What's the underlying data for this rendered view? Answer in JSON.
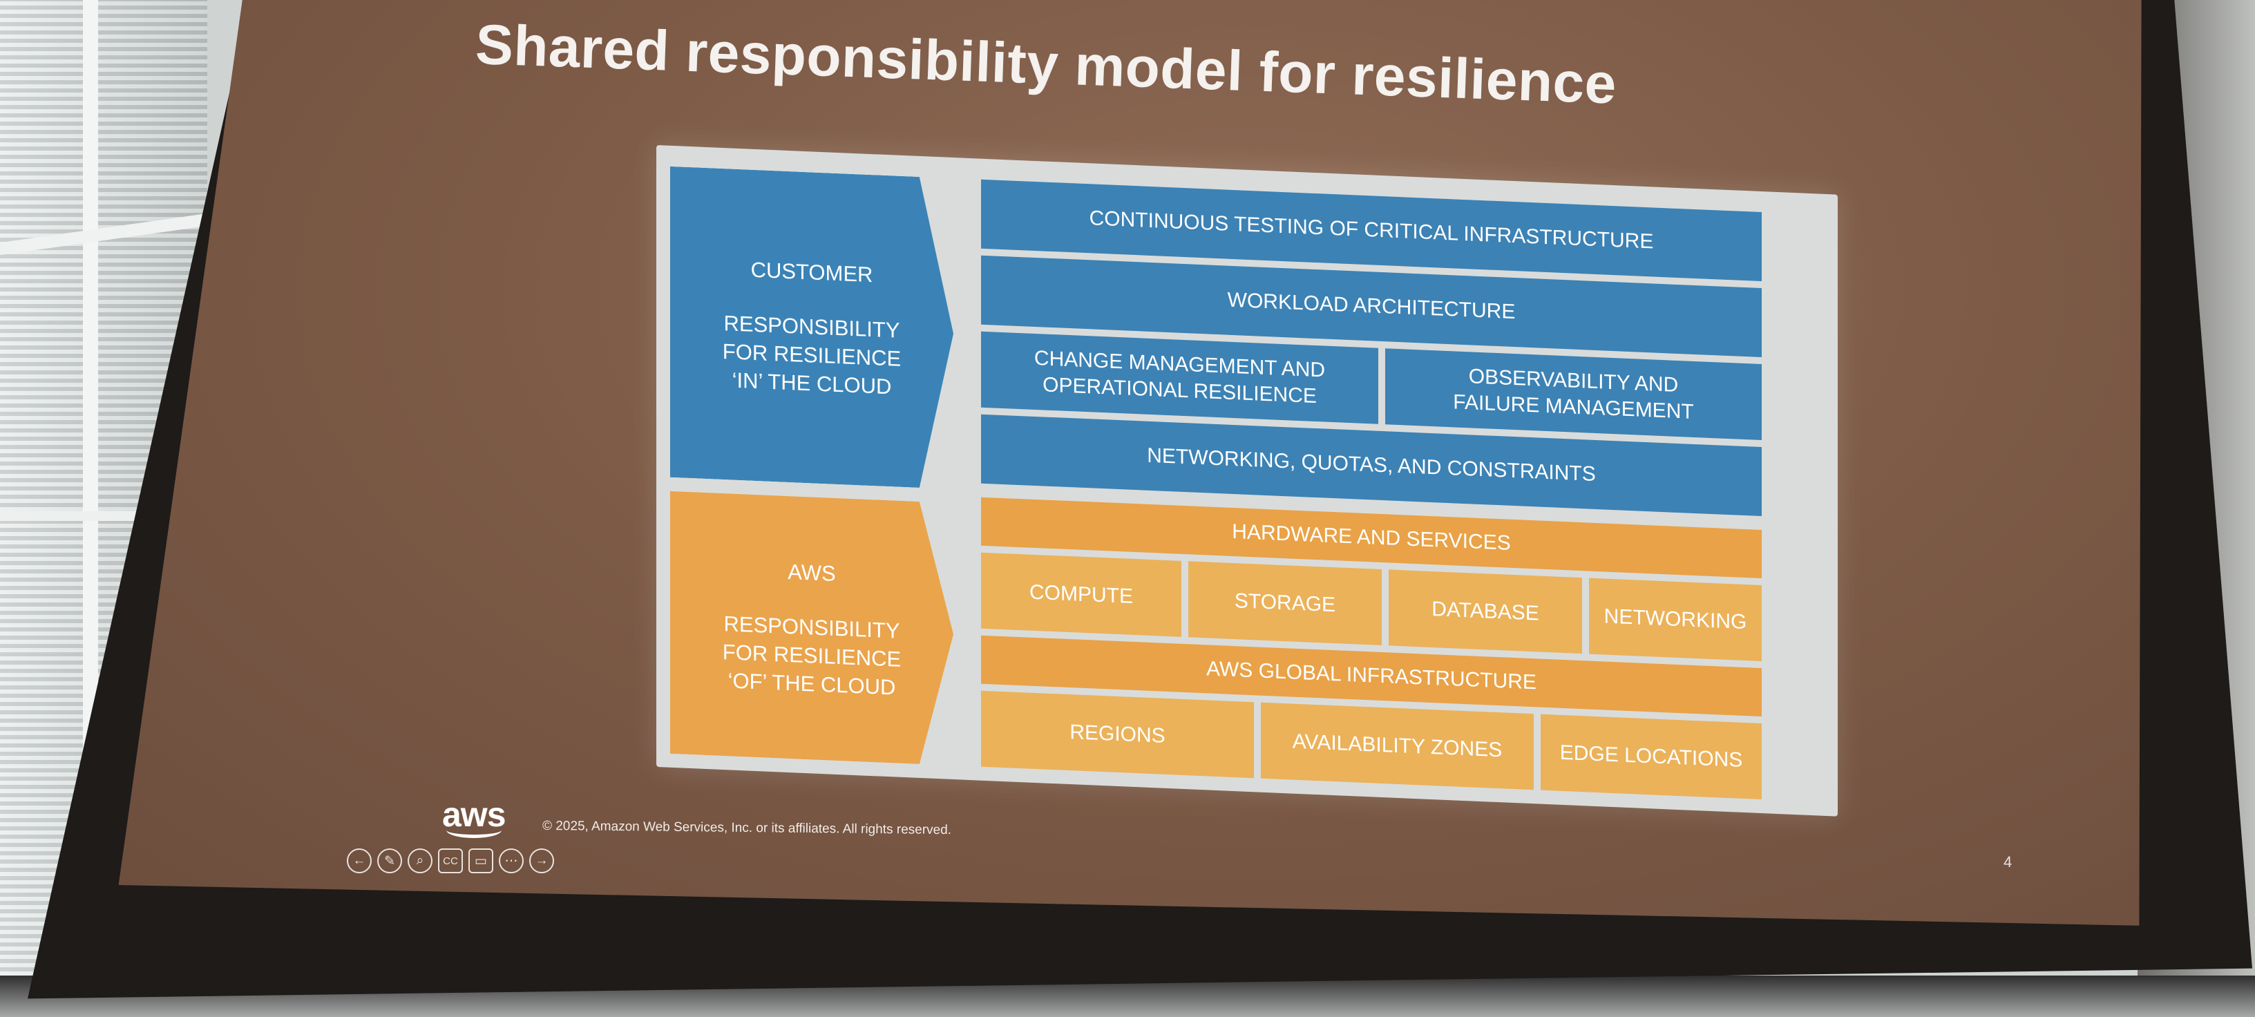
{
  "slide": {
    "title": "Shared responsibility model for resilience",
    "customer": {
      "heading": "CUSTOMER",
      "subheading": "RESPONSIBILITY FOR RESILIENCE ‘IN’ THE CLOUD",
      "rows": {
        "testing": "CONTINUOUS TESTING OF CRITICAL INFRASTRUCTURE",
        "workload": "WORKLOAD ARCHITECTURE",
        "change": "CHANGE MANAGEMENT AND OPERATIONAL RESILIENCE",
        "observability": "OBSERVABILITY AND FAILURE MANAGEMENT",
        "networking": "NETWORKING, QUOTAS, AND CONSTRAINTS"
      }
    },
    "aws": {
      "heading": "AWS",
      "subheading": "RESPONSIBILITY FOR RESILIENCE ‘OF’ THE CLOUD",
      "hardware_header": "HARDWARE AND SERVICES",
      "hardware_items": [
        "COMPUTE",
        "STORAGE",
        "DATABASE",
        "NETWORKING"
      ],
      "global_header": "AWS GLOBAL INFRASTRUCTURE",
      "global_items": [
        "REGIONS",
        "AVAILABILITY ZONES",
        "EDGE LOCATIONS"
      ]
    },
    "footer": {
      "logo": "aws",
      "copyright": "© 2025, Amazon Web Services, Inc. or its affiliates. All rights reserved.",
      "page_number": "4"
    }
  },
  "controls": [
    {
      "name": "previous-icon",
      "glyph": "←"
    },
    {
      "name": "pen-icon",
      "glyph": "✎"
    },
    {
      "name": "zoom-icon",
      "glyph": "⌕"
    },
    {
      "name": "captions-icon",
      "glyph": "CC"
    },
    {
      "name": "camera-icon",
      "glyph": "▭"
    },
    {
      "name": "more-icon",
      "glyph": "⋯"
    },
    {
      "name": "next-icon",
      "glyph": "→"
    }
  ],
  "colors": {
    "customer_blue": "#3b83b6",
    "aws_orange": "#e9a247",
    "aws_gold": "#ebb25a"
  }
}
